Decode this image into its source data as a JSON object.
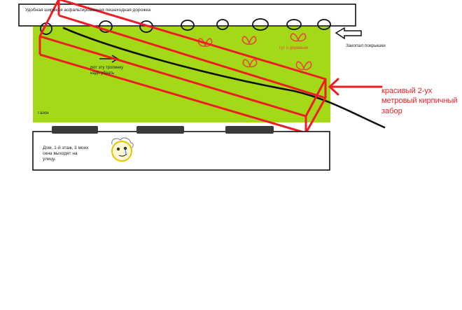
{
  "labels": {
    "walkway": "Удобная широкая асфальтированная пешеходная дорожка",
    "dug_tires": "Закопал покрышки",
    "trees": "Тут 5 деревьев",
    "path_remove": "Вот эту тропинку\nнадо убрать",
    "lawn": "Газон",
    "house": "Дом, 1-й этаж, 3 моих\nокна выходят на\nулицу.",
    "fence": "красивый 2-ух\nметровый кирпичный\nзабор"
  },
  "colors": {
    "lawn": "#a3d916",
    "fence": "#ee1c24",
    "hearts": "#e8463c",
    "ink": "#111111",
    "window": "#3a3a3a",
    "face": "#ffe14a"
  },
  "icons": [
    "tire-icon",
    "heart-icon",
    "arrow-left-icon",
    "arrow-right-icon",
    "window-icon",
    "smiley-face-icon"
  ]
}
